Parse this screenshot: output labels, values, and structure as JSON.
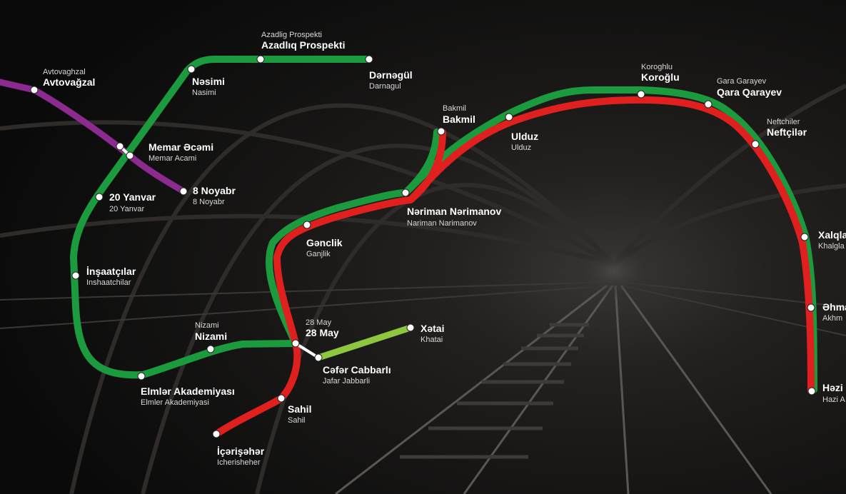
{
  "colors": {
    "green_line": "#1c9a3e",
    "red_line": "#e0201e",
    "purple_line": "#8b2a8f",
    "lime_line": "#8dc63f",
    "station_dot": "#ffffff",
    "background": "#0c0c0c"
  },
  "stations": {
    "avtovagzal": {
      "sub_top": "Avtovaghzal",
      "main": "Avtovağzal"
    },
    "memar_acemi": {
      "main": "Memar Əcəmi",
      "sub": "Memar Acami"
    },
    "noyabr_8": {
      "main": "8 Noyabr",
      "sub": "8 Noyabr"
    },
    "nasimi": {
      "main": "Nəsimi",
      "sub": "Nasimi"
    },
    "azadliq": {
      "sub_top": "Azadlig Prospekti",
      "main": "Azadlıq Prospekti"
    },
    "darnagul": {
      "main": "Dərnəgül",
      "sub": "Darnagul"
    },
    "yanvar_20": {
      "main": "20 Yanvar",
      "sub": "20 Yanvar"
    },
    "inshaatchilar": {
      "main": "İnşaatçılar",
      "sub": "Inshaatchilar"
    },
    "elmler": {
      "main": "Elmlər Akademiyası",
      "sub": "Elmler Akademiyasi"
    },
    "nizami": {
      "sub_top": "Nizami",
      "main": "Nizami"
    },
    "may_28": {
      "sub_top": "28 May",
      "main": "28 May"
    },
    "jafar": {
      "main": "Cəfər Cabbarlı",
      "sub": "Jafar Jabbarli"
    },
    "xatai": {
      "main": "Xətai",
      "sub": "Khatai"
    },
    "sahil": {
      "main": "Sahil",
      "sub": "Sahil"
    },
    "icherisheher": {
      "main": "İçərişəhər",
      "sub": "Icherisheher"
    },
    "genclik": {
      "main": "Gənclik",
      "sub": "Ganjlik"
    },
    "nariman": {
      "main": "Nəriman Nərimanov",
      "sub": "Nariman Narimanov"
    },
    "bakmil": {
      "sub_top": "Bakmil",
      "main": "Bakmil"
    },
    "ulduz": {
      "main": "Ulduz",
      "sub": "Ulduz"
    },
    "koroglu": {
      "sub_top": "Koroghlu",
      "main": "Koroğlu"
    },
    "qara_qarayev": {
      "sub_top": "Gara Garayev",
      "main": "Qara Qarayev"
    },
    "neftchilar": {
      "sub_top": "Neftchiler",
      "main": "Neftçilər"
    },
    "xalqlar": {
      "main": "Xalqla",
      "sub": "Khalgla"
    },
    "ahmadli": {
      "main": "Əhma",
      "sub": "Akhm"
    },
    "hazi": {
      "main": "Həzi",
      "sub": "Hazi A"
    }
  }
}
